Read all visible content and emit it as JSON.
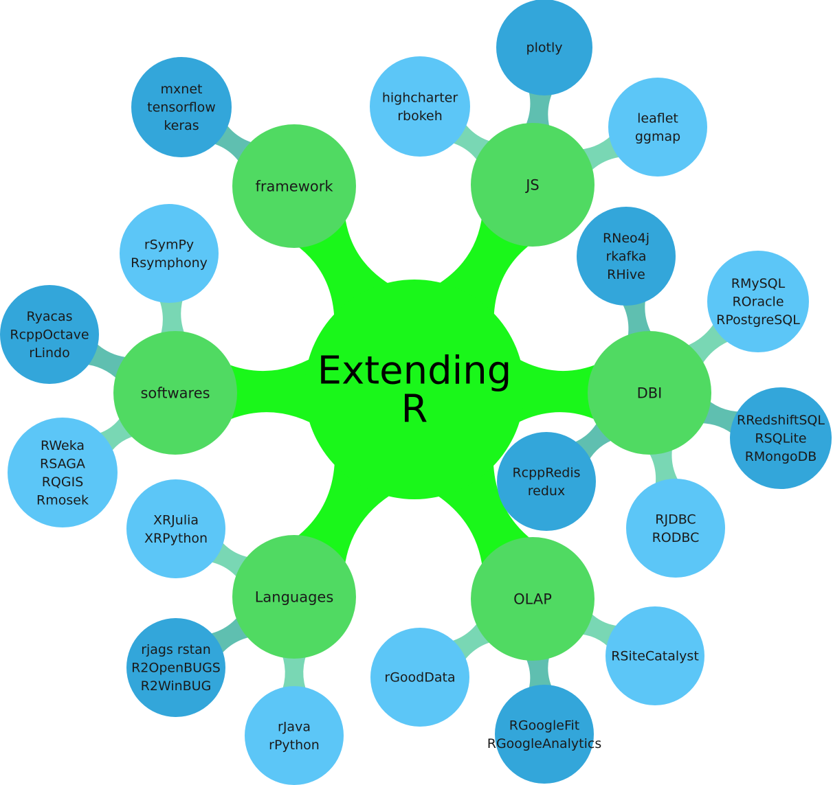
{
  "colors": {
    "background": "#ffffff",
    "center": "#1af71a",
    "category": "#50da62",
    "leaf_light": "#5cc6f7",
    "leaf_dark": "#33a6da",
    "connector_to_light": "#79d7b4",
    "connector_to_dark": "#5fbfb0"
  },
  "center": {
    "lines": [
      "Extending",
      "R"
    ]
  },
  "categories": [
    {
      "id": "framework",
      "label": "framework",
      "leaves": [
        {
          "id": "framework-leaf-1",
          "tone": "dark",
          "lines": [
            "mxnet",
            "tensorflow",
            "keras"
          ]
        }
      ]
    },
    {
      "id": "js",
      "label": "JS",
      "leaves": [
        {
          "id": "js-leaf-1",
          "tone": "light",
          "lines": [
            "highcharter",
            "rbokeh"
          ]
        },
        {
          "id": "js-leaf-2",
          "tone": "dark",
          "lines": [
            "plotly"
          ]
        },
        {
          "id": "js-leaf-3",
          "tone": "light",
          "lines": [
            "leaflet",
            "ggmap"
          ]
        }
      ]
    },
    {
      "id": "softwares",
      "label": "softwares",
      "leaves": [
        {
          "id": "softwares-leaf-1",
          "tone": "light",
          "lines": [
            "rSymPy",
            "Rsymphony"
          ]
        },
        {
          "id": "softwares-leaf-2",
          "tone": "dark",
          "lines": [
            "Ryacas",
            "RcppOctave",
            "rLindo"
          ]
        },
        {
          "id": "softwares-leaf-3",
          "tone": "light",
          "lines": [
            "RWeka",
            "RSAGA",
            "RQGIS",
            "Rmosek"
          ]
        }
      ]
    },
    {
      "id": "dbi",
      "label": "DBI",
      "leaves": [
        {
          "id": "dbi-leaf-1",
          "tone": "dark",
          "lines": [
            "RNeo4j",
            "rkafka",
            "RHive"
          ]
        },
        {
          "id": "dbi-leaf-2",
          "tone": "light",
          "lines": [
            "RMySQL",
            "ROracle",
            "RPostgreSQL"
          ]
        },
        {
          "id": "dbi-leaf-3",
          "tone": "dark",
          "lines": [
            "RRedshiftSQL",
            "RSQLite",
            "RMongoDB"
          ]
        },
        {
          "id": "dbi-leaf-4",
          "tone": "light",
          "lines": [
            "RJDBC",
            "RODBC"
          ]
        },
        {
          "id": "dbi-leaf-5",
          "tone": "dark",
          "lines": [
            "RcppRedis",
            "redux"
          ]
        }
      ]
    },
    {
      "id": "languages",
      "label": "Languages",
      "leaves": [
        {
          "id": "languages-leaf-1",
          "tone": "light",
          "lines": [
            "XRJulia",
            "XRPython"
          ]
        },
        {
          "id": "languages-leaf-2",
          "tone": "dark",
          "lines": [
            "rjags  rstan",
            "R2OpenBUGS",
            "R2WinBUG"
          ]
        },
        {
          "id": "languages-leaf-3",
          "tone": "light",
          "lines": [
            "rJava",
            "rPython"
          ]
        }
      ]
    },
    {
      "id": "olap",
      "label": "OLAP",
      "leaves": [
        {
          "id": "olap-leaf-1",
          "tone": "light",
          "lines": [
            "RSiteCatalyst"
          ]
        },
        {
          "id": "olap-leaf-2",
          "tone": "dark",
          "lines": [
            "RGoogleFit",
            "RGoogleAnalytics"
          ]
        },
        {
          "id": "olap-leaf-3",
          "tone": "light",
          "lines": [
            "rGoodData"
          ]
        }
      ]
    }
  ]
}
